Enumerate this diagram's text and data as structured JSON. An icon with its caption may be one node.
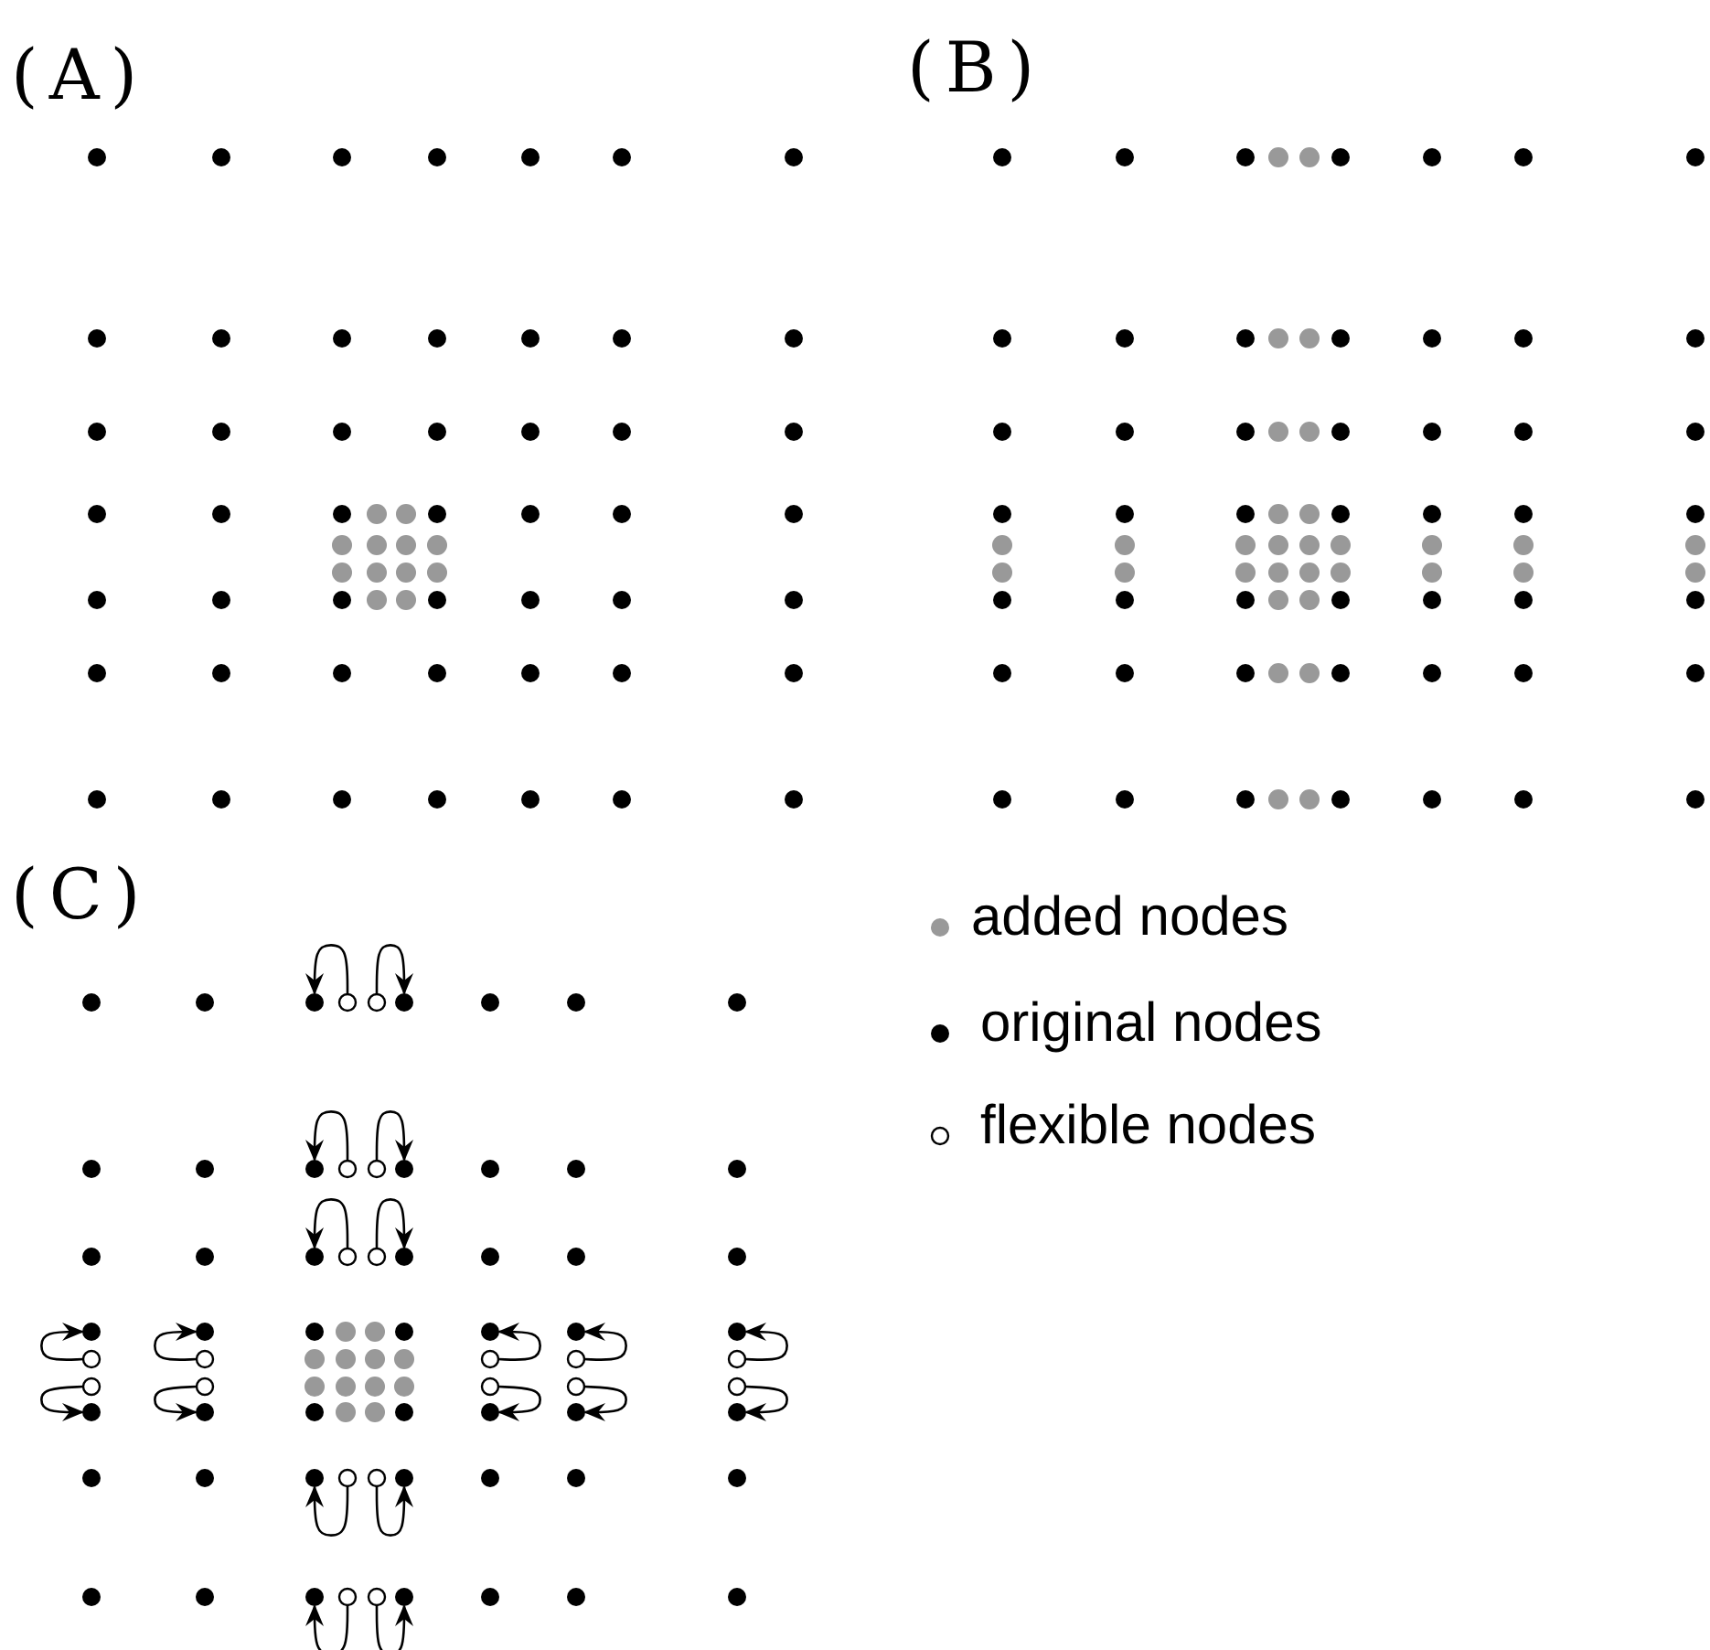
{
  "diagram": {
    "nodes": [
      {
        "text": [],
        "shape": "circle"
      },
      {
        "text": [],
        "shape": "circle"
      },
      {
        "text": [],
        "shape": "circle"
      },
      {
        "text": [],
        "shape": "circle"
      },
      {
        "text": [],
        "shape": "circle"
      },
      {
        "text": [],
        "shape": "circle"
      },
      {
        "text": [],
        "shape": "circle"
      },
      {
        "text": [],
        "shape": "circle"
      },
      {
        "text": [],
        "shape": "circle"
      },
      {
        "text": [],
        "shape": "circle"
      },
      {
        "text": [],
        "shape": "circle"
      },
      {
        "text": [],
        "shape": "circle"
      },
      {
        "text": [],
        "shape": "circle"
      },
      {
        "text": [],
        "shape": "circle"
      },
      {
        "text": [],
        "shape": "circle"
      },
      {
        "text": [],
        "shape": "circle"
      },
      {
        "text": [],
        "shape": "circle"
      },
      {
        "text": [],
        "shape": "circle"
      },
      {
        "text": [],
        "shape": "circle"
      },
      {
        "text": [],
        "shape": "circle"
      },
      {
        "text": [],
        "shape": "circle"
      },
      {
        "text": [],
        "shape": "circle"
      },
      {
        "text": [],
        "shape": "circle"
      },
      {
        "text": [],
        "shape": "circle"
      },
      {
        "text": [],
        "shape": "circle"
      },
      {
        "text": [],
        "shape": "circle"
      },
      {
        "text": [],
        "shape": "circle"
      },
      {
        "text": [],
        "shape": "circle"
      },
      {
        "text": [],
        "shape": "circle"
      },
      {
        "text": [],
        "shape": "circle"
      },
      {
        "text": [],
        "shape": "circle"
      },
      {
        "text": [],
        "shape": "circle"
      },
      {
        "text": [],
        "shape": "circle"
      },
      {
        "text": [],
        "shape": "circle"
      },
      {
        "text": [],
        "shape": "circle"
      },
      {
        "text": [],
        "shape": "circle"
      },
      {
        "text": [],
        "shape": "circle"
      },
      {
        "text": [],
        "shape": "circle"
      },
      {
        "text": [],
        "shape": "circle"
      },
      {
        "text": [],
        "shape": "circle"
      }
    ],
    "edges": [
      {
        "from": 1,
        "to": 0,
        "arrow": "to"
      },
      {
        "from": 2,
        "to": 3,
        "arrow": "to"
      },
      {
        "from": 5,
        "to": 4,
        "arrow": "to"
      },
      {
        "from": 6,
        "to": 7,
        "arrow": "to"
      },
      {
        "from": 9,
        "to": 8,
        "arrow": "to"
      },
      {
        "from": 10,
        "to": 11,
        "arrow": "to"
      },
      {
        "from": 17,
        "to": 12,
        "arrow": "to"
      },
      {
        "from": 18,
        "to": 13,
        "arrow": "to"
      },
      {
        "from": 19,
        "to": 14,
        "arrow": "to"
      },
      {
        "from": 20,
        "to": 15,
        "arrow": "to"
      },
      {
        "from": 21,
        "to": 16,
        "arrow": "to"
      },
      {
        "from": 22,
        "to": 27,
        "arrow": "to"
      },
      {
        "from": 23,
        "to": 28,
        "arrow": "to"
      },
      {
        "from": 24,
        "to": 29,
        "arrow": "to"
      },
      {
        "from": 25,
        "to": 30,
        "arrow": "to"
      },
      {
        "from": 26,
        "to": 31,
        "arrow": "to"
      },
      {
        "from": 33,
        "to": 32,
        "arrow": "to"
      },
      {
        "from": 34,
        "to": 35,
        "arrow": "to"
      },
      {
        "from": 37,
        "to": 36,
        "arrow": "to"
      },
      {
        "from": 38,
        "to": 39,
        "arrow": "to"
      }
    ],
    "labels": [
      "(A)",
      "(B)",
      "(C)"
    ],
    "legend": [
      {
        "text": "added nodes",
        "color": "#999999"
      },
      {
        "text": "original nodes",
        "color": "#000000"
      },
      {
        "text": "flexible nodes"
      }
    ]
  }
}
